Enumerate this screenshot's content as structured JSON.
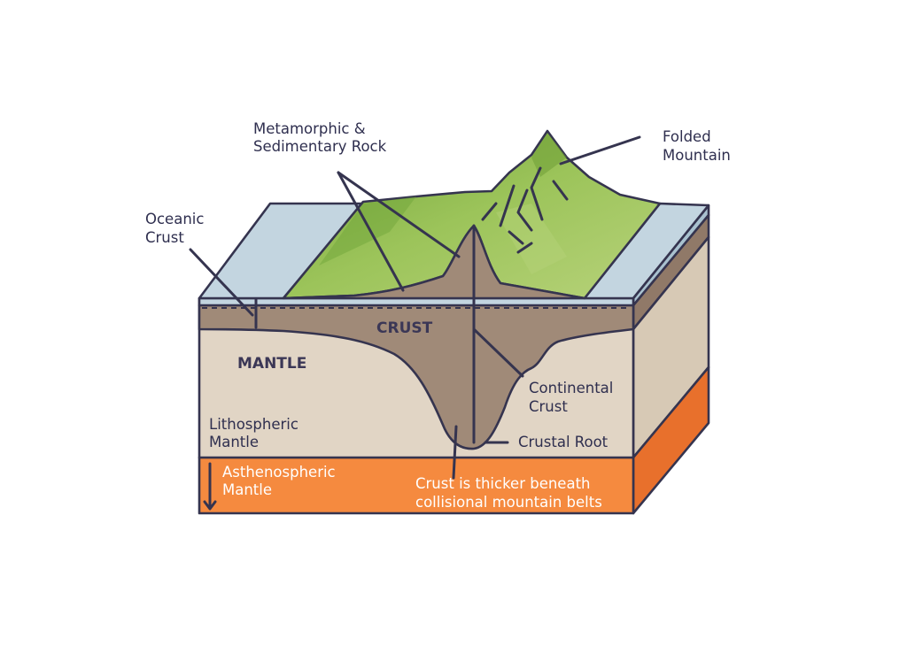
{
  "labels": {
    "metamorphic_line1": "Metamorphic &",
    "metamorphic_line2": "Sedimentary Rock",
    "folded_line1": "Folded",
    "folded_line2": "Mountain",
    "oceanic_line1": "Oceanic",
    "oceanic_line2": "Crust",
    "crust": "CRUST",
    "mantle": "MANTLE",
    "continental_line1": "Continental",
    "continental_line2": "Crust",
    "lithospheric_line1": "Lithospheric",
    "lithospheric_line2": "Mantle",
    "crustal_root": "Crustal Root",
    "asthenospheric_line1": "Asthenospheric",
    "asthenospheric_line2": "Mantle",
    "note_line1": "Crust is thicker beneath",
    "note_line2": "collisional mountain belts"
  },
  "colors": {
    "outline": "#35344f",
    "ocean": "#c3d5e0",
    "crust": "#a08a78",
    "mantle": "#e1d5c5",
    "asthenosphere": "#f58a3f",
    "mountain_green": "#8fbf4f",
    "text": "#2f2f4f",
    "text_orange": "#e0672a"
  }
}
